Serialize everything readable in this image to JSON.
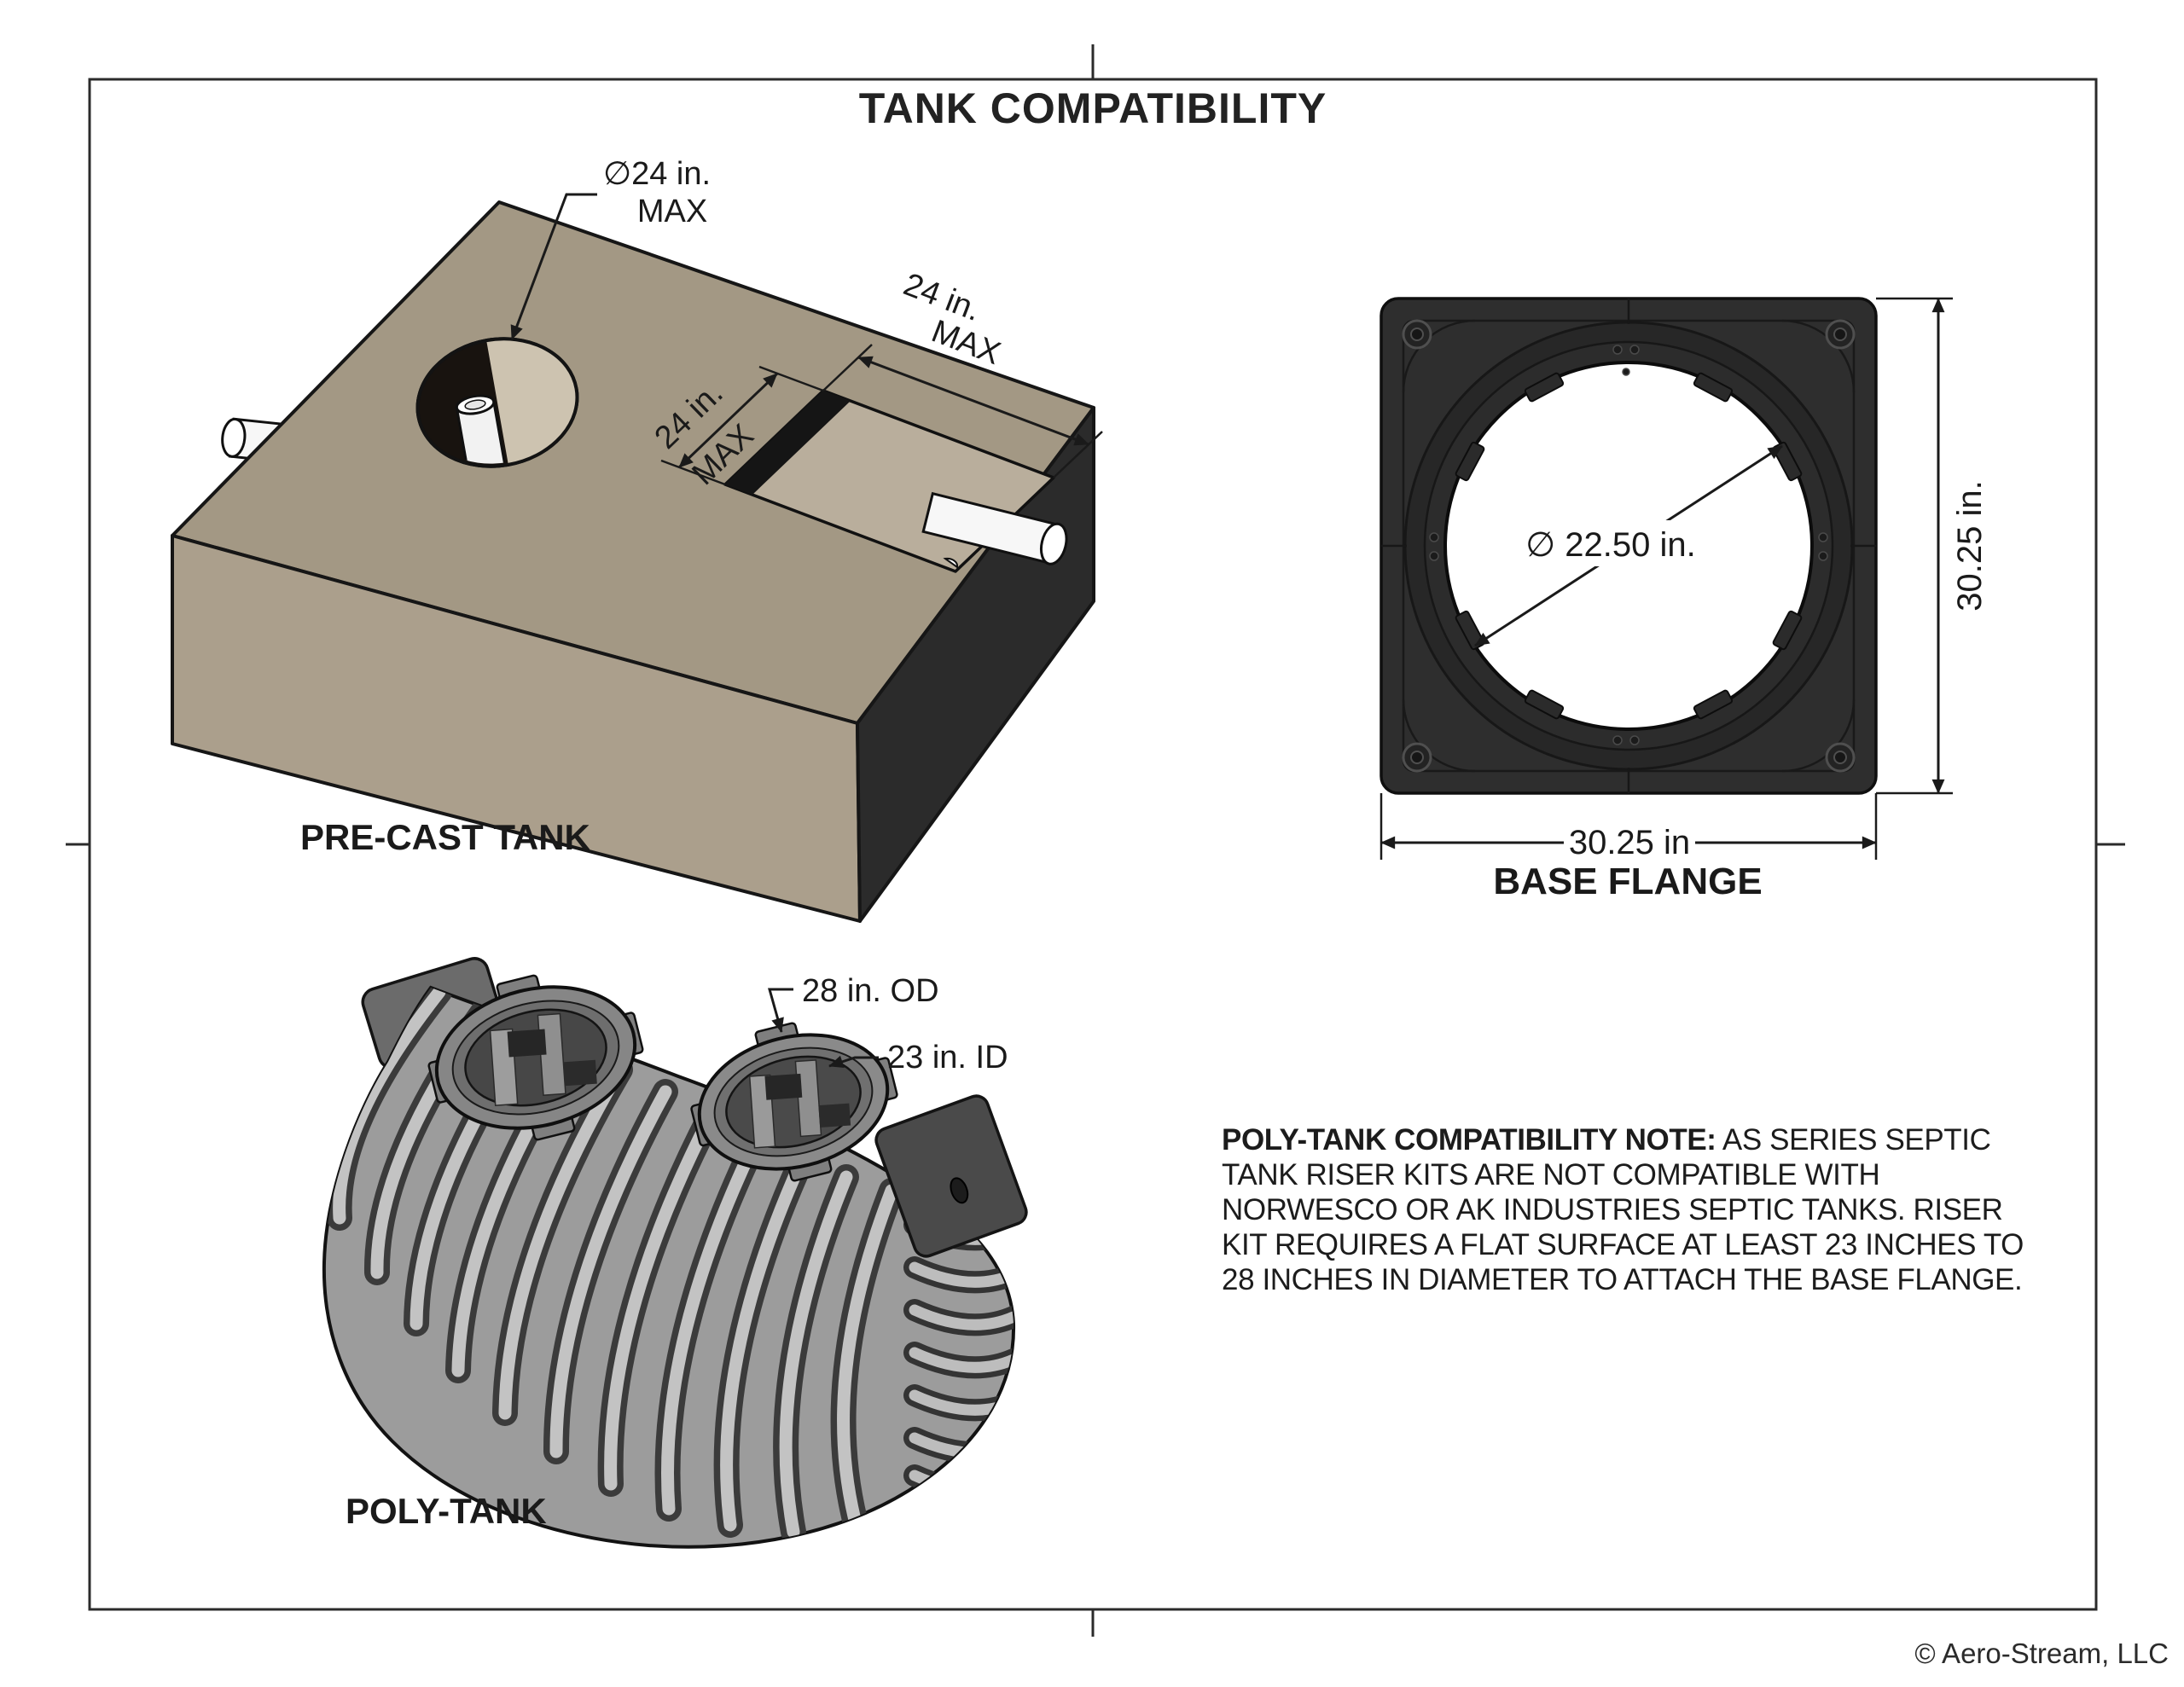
{
  "page": {
    "title": "TANK COMPATIBILITY",
    "copyright": "© Aero-Stream, LLC"
  },
  "precast": {
    "label": "PRE-CAST TANK",
    "hole_diameter": "∅24 in.",
    "hole_diameter_max": "MAX",
    "opening_length": "24 in.",
    "opening_length_max": "MAX",
    "opening_width": "24 in.",
    "opening_width_max": "MAX"
  },
  "flange": {
    "label": "BASE FLANGE",
    "hole_diameter": "∅ 22.50 in.",
    "height_dim": "30.25 in.",
    "width_dim": "30.25 in"
  },
  "polytank": {
    "label": "POLY-TANK",
    "outer_diameter": "28 in. OD",
    "inner_diameter": "23 in. ID"
  },
  "note": {
    "heading": "POLY-TANK COMPATIBILITY NOTE:",
    "body": " AS SERIES SEPTIC TANK RISER KITS ARE NOT COMPATIBLE WITH NORWESCO OR AK INDUSTRIES SEPTIC TANKS. RISER KIT REQUIRES A FLAT SURFACE AT LEAST 23 INCHES TO 28 INCHES IN DIAMETER TO ATTACH THE BASE FLANGE."
  },
  "colors": {
    "tank_top": "#a39884",
    "tank_front": "#ab9f8c",
    "tank_side": "#2b2b2b",
    "flange_body": "#2e2e2e",
    "poly_body": "#9c9c9c",
    "linework": "#1a1a1a"
  }
}
